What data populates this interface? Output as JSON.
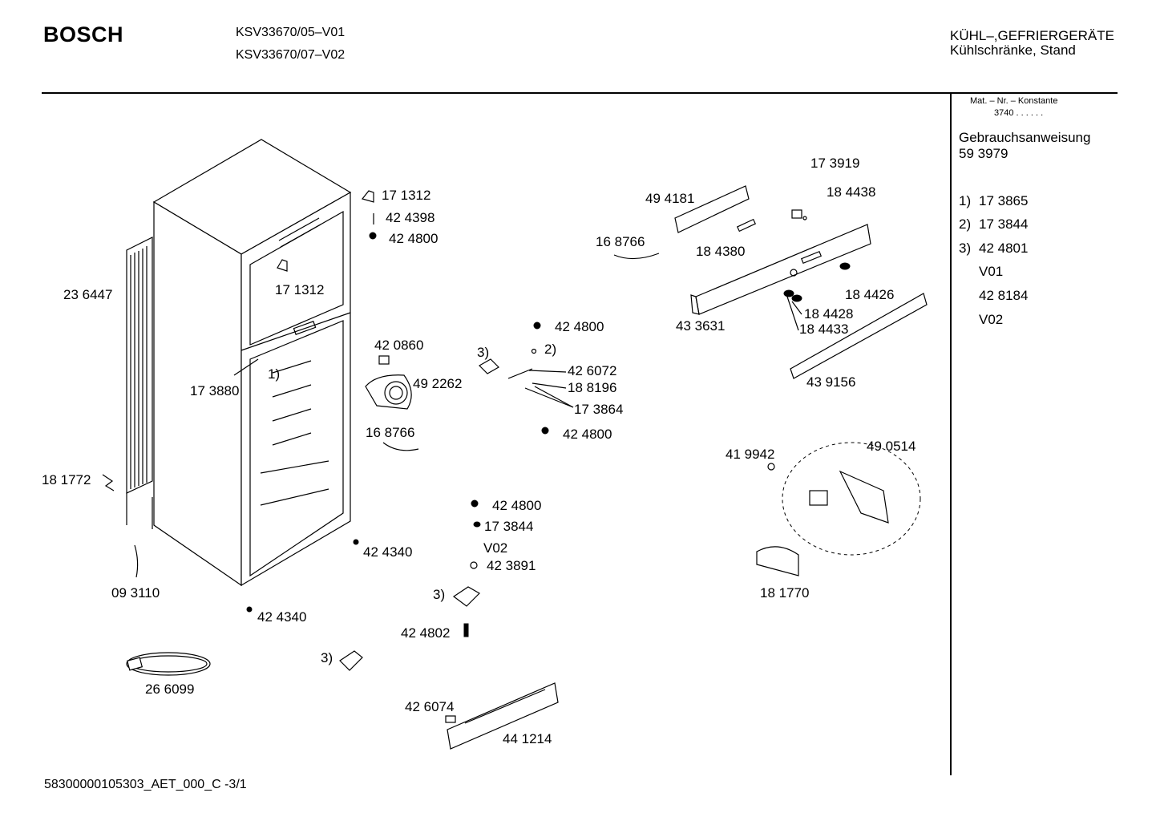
{
  "header": {
    "brand": "BOSCH",
    "models": [
      "KSV33670/05–V01",
      "KSV33670/07–V02"
    ],
    "category": "KÜHL–,GEFRIERGERÄTE",
    "subcategory": "Kühlschränke, Stand"
  },
  "sidebar": {
    "mat_label": "Mat. – Nr. – Konstante",
    "mat_value": "3740  .  .  .  .  .  .",
    "manual_label": "Gebrauchsanweisung",
    "manual_number": "59 3979",
    "notes": [
      {
        "key": "1)",
        "value": "17 3865"
      },
      {
        "key": "2)",
        "value": "17 3844"
      },
      {
        "key": "3)",
        "value": "42 4801"
      }
    ],
    "v01_label": "V01",
    "v01_value": "42 8184",
    "v02_label": "V02"
  },
  "parts": {
    "p171312a": "17 1312",
    "p424398": "42 4398",
    "p424800a": "42 4800",
    "p171312b": "17 1312",
    "p236447": "23 6447",
    "p173880": "17 3880",
    "note1": "1)",
    "p420860": "42 0860",
    "p492262": "49 2262",
    "p168766a": "16 8766",
    "p181772": "18 1772",
    "p093110": "09 3110",
    "p424340a": "42 4340",
    "p424340b": "42 4340",
    "p266099": "26 6099",
    "p424800b": "42 4800",
    "note2": "2)",
    "note3a": "3)",
    "p426072": "42 6072",
    "p188196": "18 8196",
    "p173864": "17 3864",
    "p424800c": "42 4800",
    "p424800d": "42 4800",
    "p173844": "17 3844",
    "v02": "V02",
    "p423891": "42 3891",
    "note3b": "3)",
    "p424802": "42 4802",
    "note3c": "3)",
    "p426074": "42 6074",
    "p441214": "44 1214",
    "p173919": "17 3919",
    "p494181": "49 4181",
    "p184438": "18 4438",
    "p168766b": "16 8766",
    "p184380": "18 4380",
    "p184426": "18 4426",
    "p433631": "43 3631",
    "p184428": "18 4428",
    "p184433": "18 4433",
    "p439156": "43 9156",
    "p419942": "41 9942",
    "p490514": "49 0514",
    "p181770": "18 1770"
  },
  "footer": {
    "doc_id": "58300000105303_AET_000_C  -3/1"
  }
}
